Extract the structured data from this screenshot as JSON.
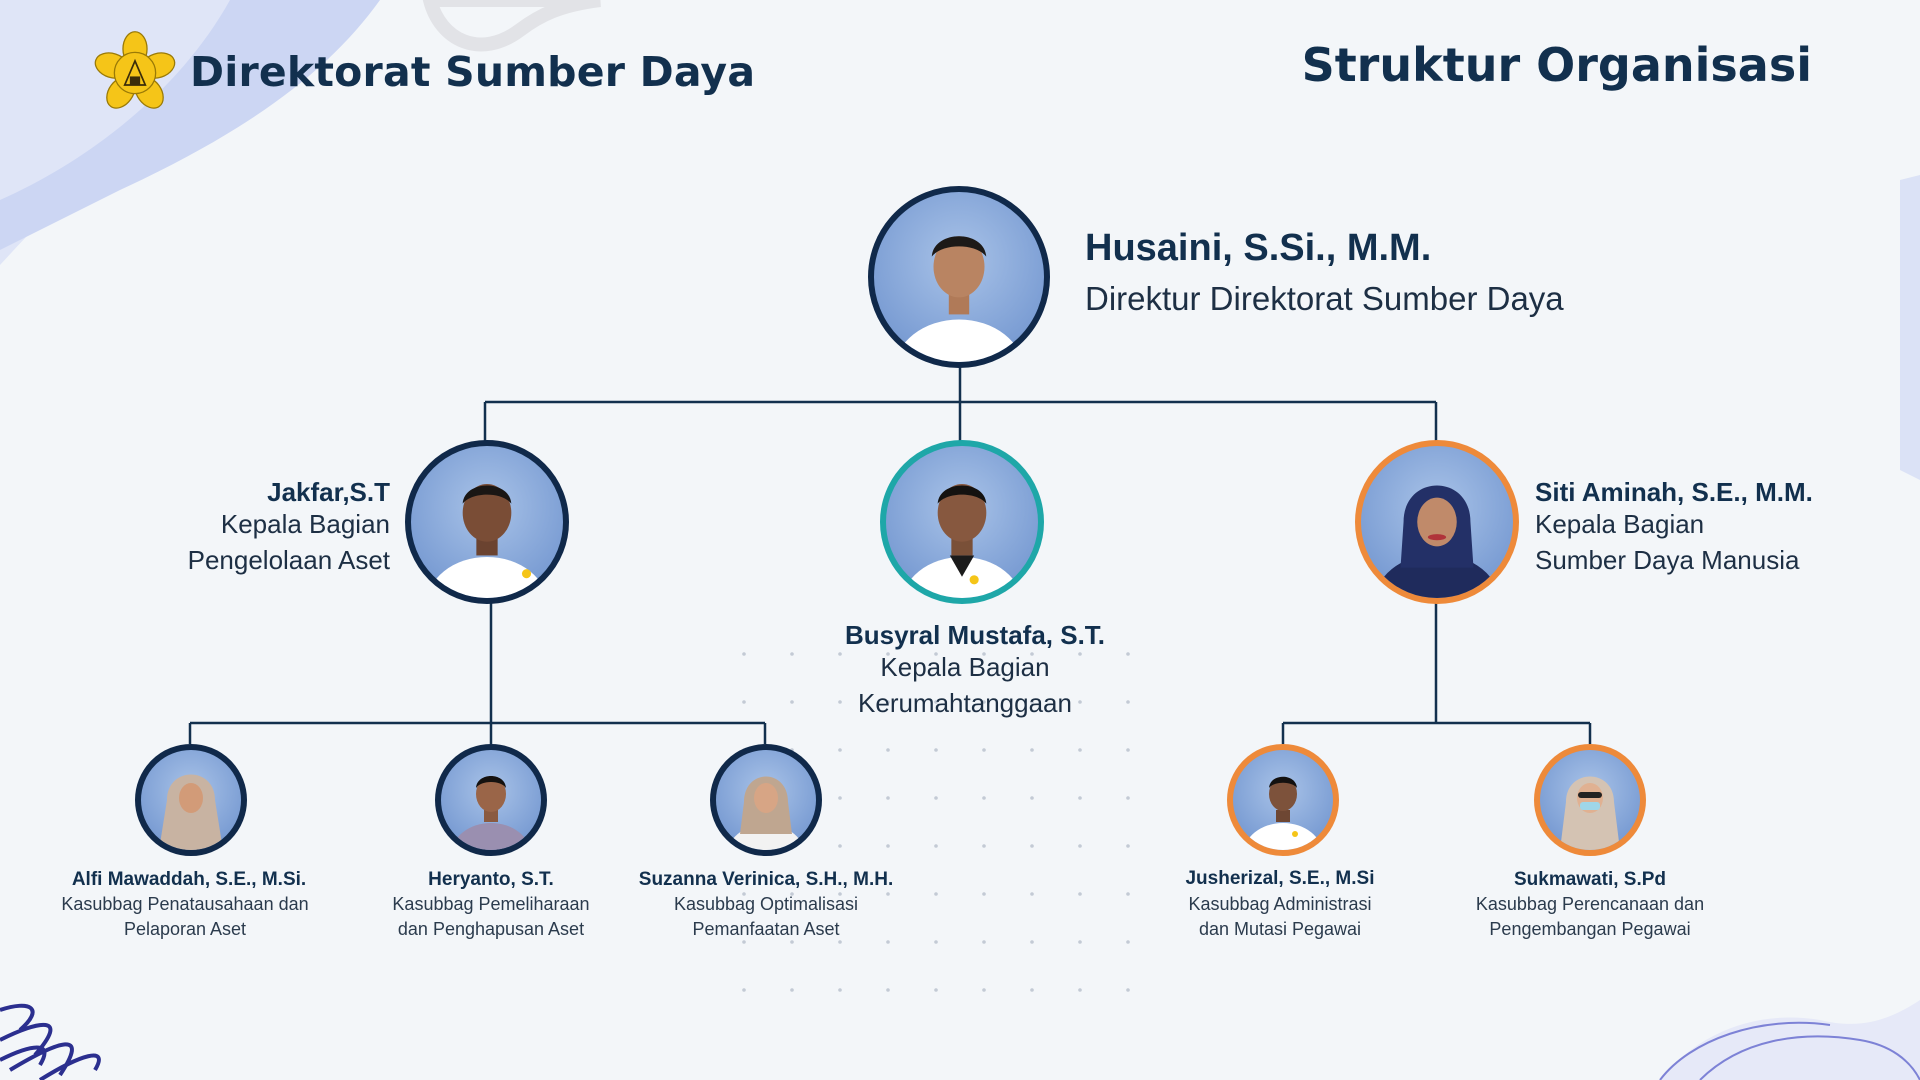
{
  "header": {
    "brand": "Direktorat Sumber Daya",
    "page_title": "Struktur Organisasi"
  },
  "colors": {
    "navy": "#10294a",
    "teal": "#1ea7a8",
    "orange": "#ee8a3a",
    "background": "#f3f6f9"
  },
  "director": {
    "name": "Husaini, S.Si., M.M.",
    "role": "Direktur Direktorat Sumber Daya"
  },
  "heads": [
    {
      "name": "Jakfar,S.T",
      "role_line1": "Kepala Bagian",
      "role_line2": "Pengelolaan Aset"
    },
    {
      "name": "Busyral Mustafa, S.T.",
      "role_line1": "Kepala Bagian",
      "role_line2": "Kerumahtanggaan"
    },
    {
      "name": "Siti Aminah, S.E., M.M.",
      "role_line1": "Kepala Bagian",
      "role_line2": "Sumber Daya Manusia"
    }
  ],
  "staff": [
    {
      "name": "Alfi Mawaddah, S.E., M.Si.",
      "role_line1": "Kasubbag Penatausahaan dan",
      "role_line2": "Pelaporan Aset"
    },
    {
      "name": "Heryanto, S.T.",
      "role_line1": "Kasubbag Pemeliharaan",
      "role_line2": "dan Penghapusan Aset"
    },
    {
      "name": "Suzanna Verinica, S.H., M.H.",
      "role_line1": "Kasubbag Optimalisasi",
      "role_line2": "Pemanfaatan Aset"
    },
    {
      "name": "Jusherizal, S.E., M.Si",
      "role_line1": "Kasubbag Administrasi",
      "role_line2": "dan Mutasi Pegawai"
    },
    {
      "name": "Sukmawati, S.Pd",
      "role_line1": "Kasubbag Perencanaan dan",
      "role_line2": "Pengembangan Pegawai"
    }
  ]
}
